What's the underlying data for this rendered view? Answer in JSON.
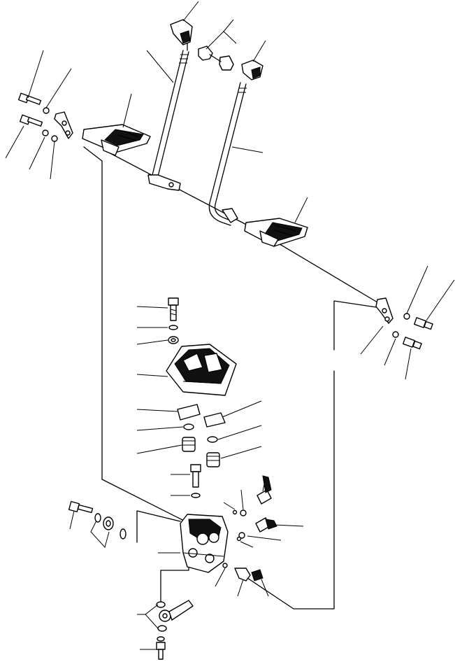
{
  "diagram": {
    "kind": "exploded parts view",
    "colors": {
      "ink": "#000000",
      "paper": "#ffffff",
      "shade": "#9a9a9a"
    },
    "parts": [
      {
        "name": "left-pedal"
      },
      {
        "name": "right-pedal"
      },
      {
        "name": "left-pedal-rod"
      },
      {
        "name": "right-pedal-rod"
      },
      {
        "name": "rod-upper-joint-left"
      },
      {
        "name": "rod-upper-joint-right"
      },
      {
        "name": "pedal-bracket-left"
      },
      {
        "name": "pedal-bracket-right"
      },
      {
        "name": "valve-cover"
      },
      {
        "name": "boot-left"
      },
      {
        "name": "boot-right"
      },
      {
        "name": "valve-body"
      },
      {
        "name": "cover-bolt"
      },
      {
        "name": "mount-bolt"
      },
      {
        "name": "elbow-fitting"
      },
      {
        "name": "straight-fittings"
      },
      {
        "name": "link-rod-end"
      }
    ]
  }
}
